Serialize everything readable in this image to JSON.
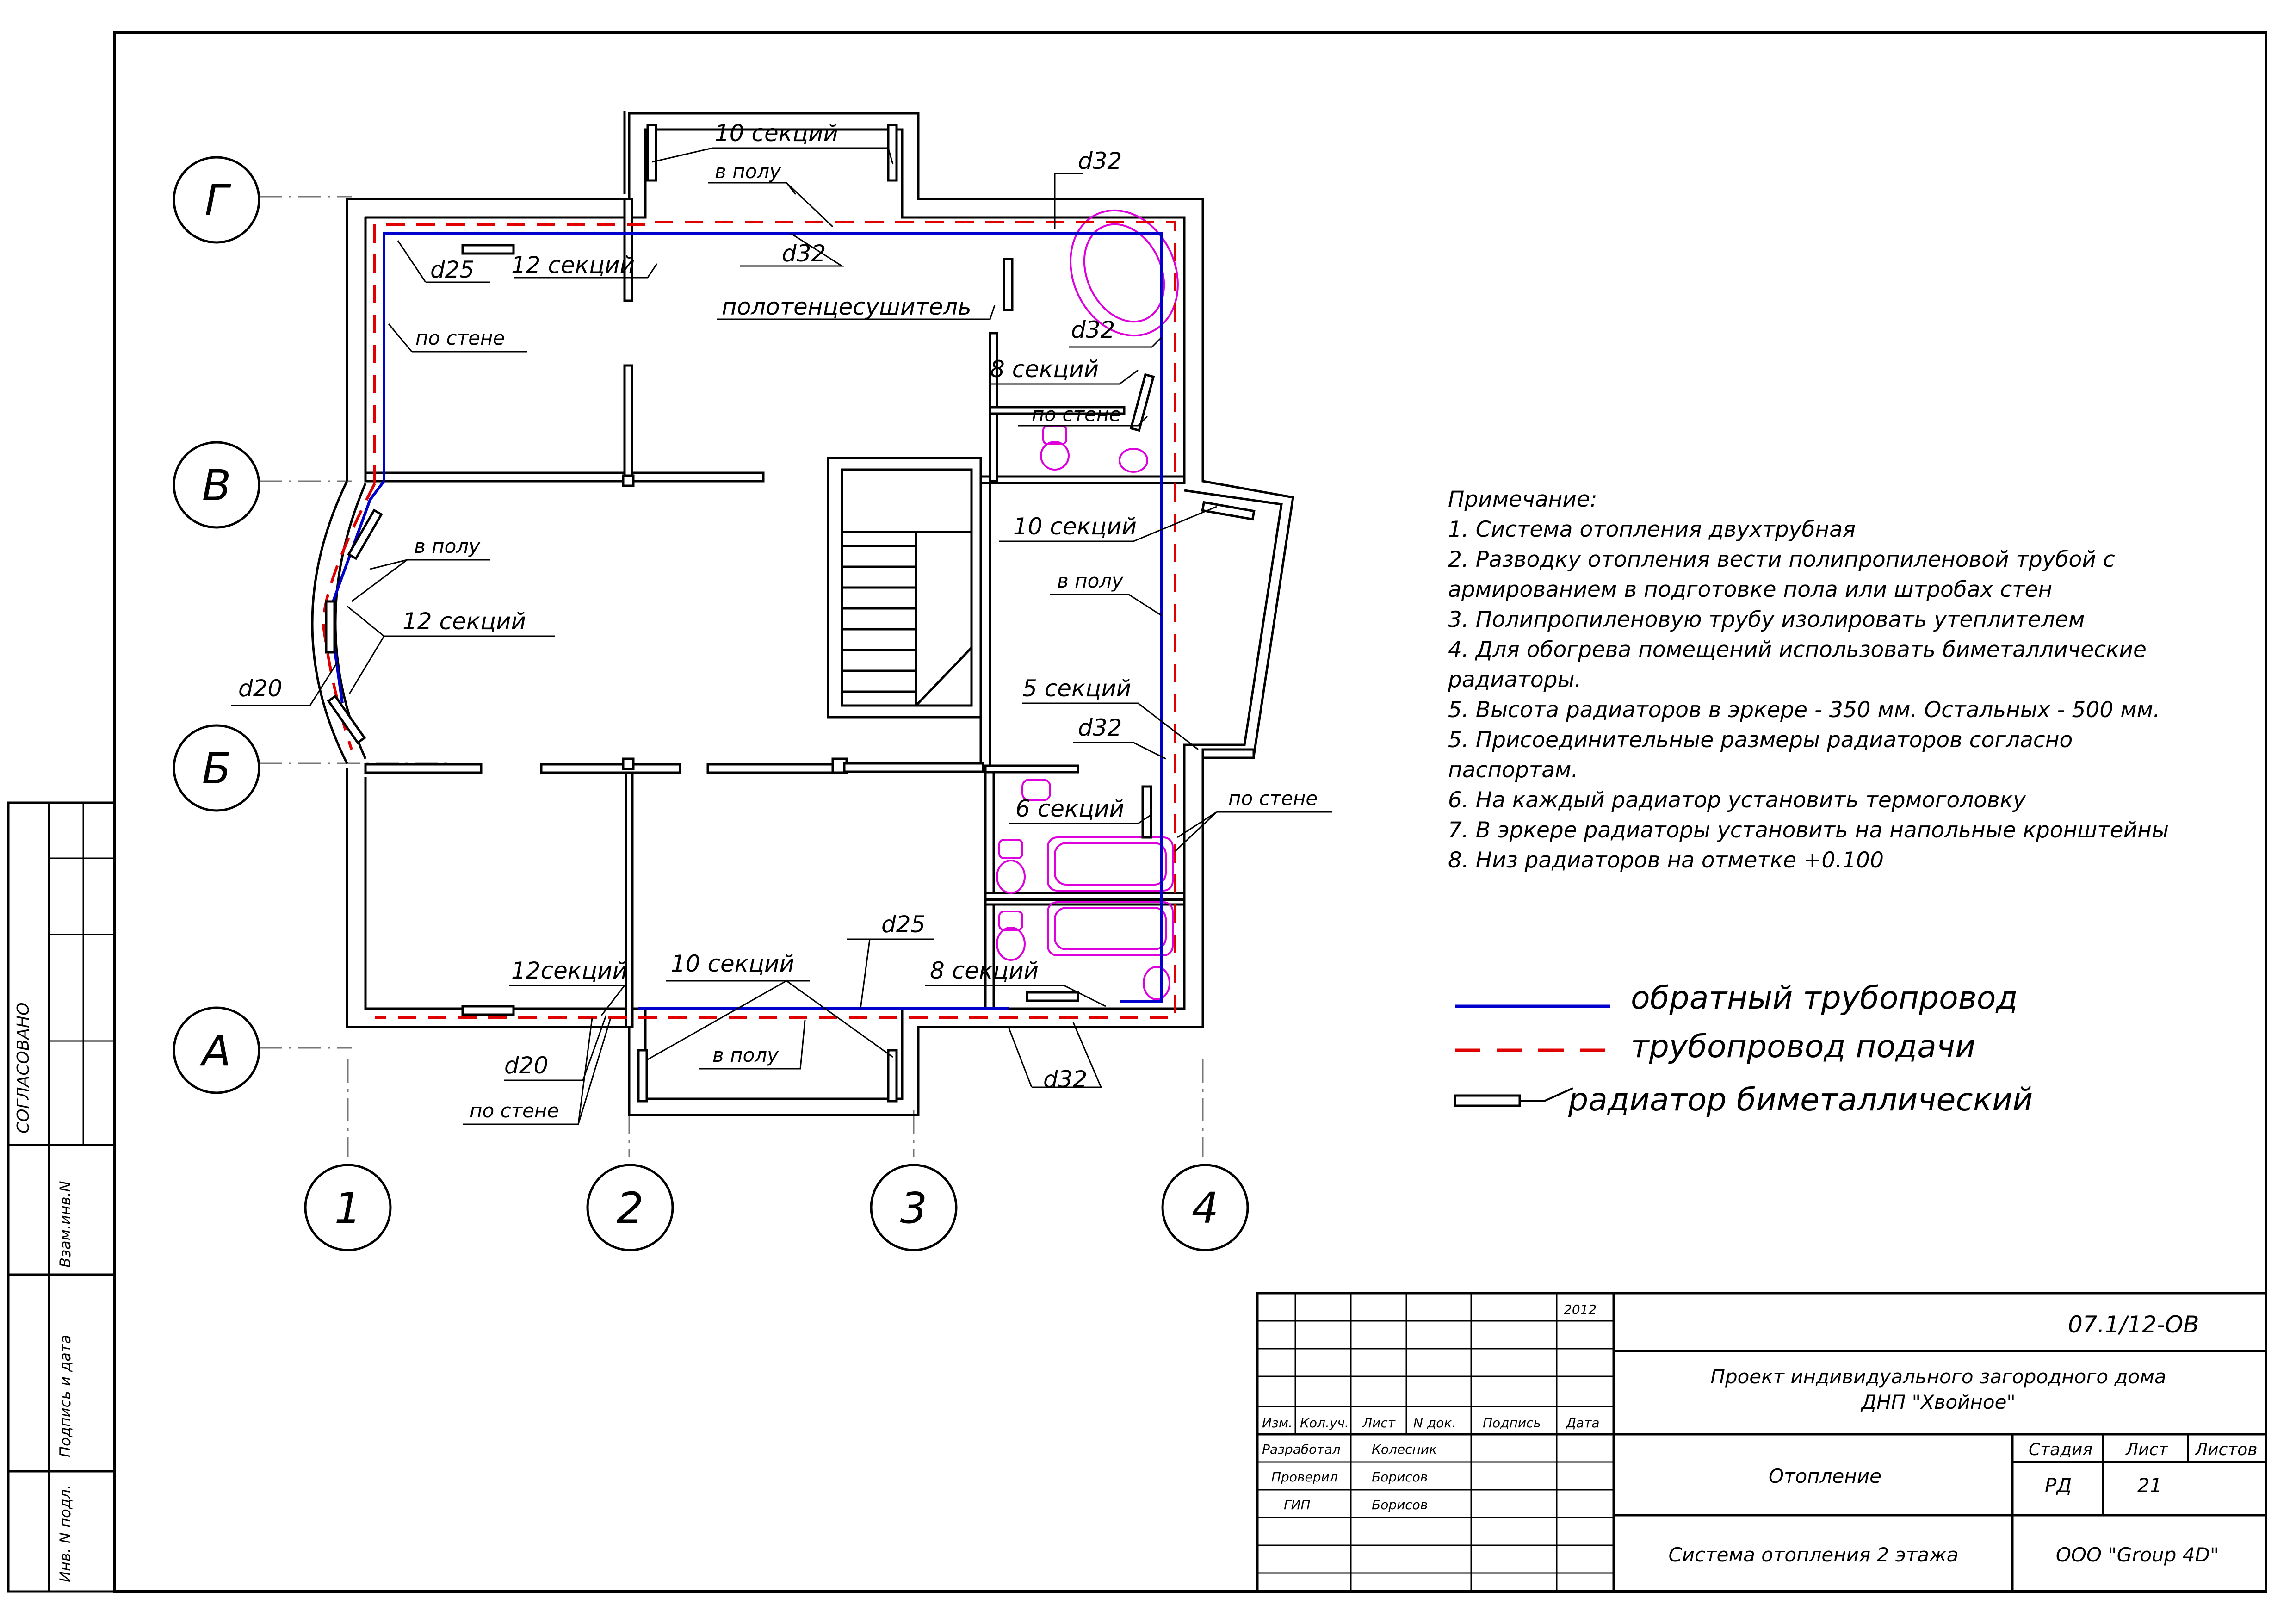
{
  "axes": {
    "rows": [
      "Г",
      "В",
      "Б",
      "А"
    ],
    "cols": [
      "1",
      "2",
      "3",
      "4"
    ]
  },
  "plan_labels": {
    "sec10_top": "10   секций",
    "floor_top": "в полу",
    "d32_top_right": "d32",
    "d32_top_mid": "d32",
    "d25_top_left": "d25",
    "sec12_top_left": "12   секций",
    "wall_left_top": "по стене",
    "towel": "полотенцесушитель",
    "d32_right_upper": "d32",
    "sec8_right_upper": "8   секций",
    "wall_right_upper": "по стене",
    "sec10_right": "10   секций",
    "floor_right": "в полу",
    "sec5_right": "5   секций",
    "d32_right_mid": "d32",
    "sec6_right": "6   секций",
    "wall_right_lower": "по стене",
    "floor_bay": "в полу",
    "sec12_bay": "12   секций",
    "d20_bay": "d20",
    "sec12_bottom_left": "12секций",
    "sec10_bottom": "10   секций",
    "d25_bottom": "d25",
    "sec8_bottom": "8   секций",
    "d20_bottom": "d20",
    "wall_bottom": "по стене",
    "floor_bottom": "в полу",
    "d32_bottom": "d32"
  },
  "notes": {
    "title": "Примечание:",
    "lines": [
      "1. Система отопления двухтрубная",
      "2. Разводку отопления вести полипропиленовой трубой с",
      "армированием в подготовке пола или штробах стен",
      "3. Полипропиленовую трубу изолировать утеплителем",
      "4. Для обогрева помещений использовать биметаллические",
      "радиаторы.",
      "5. Высота радиаторов в эркере - 350 мм. Остальных - 500 мм.",
      "5. Присоединительные размеры радиаторов согласно",
      "паспортам.",
      "6. На каждый радиатор установить термоголовку",
      "7. В эркере радиаторы установить на напольные кронштейны",
      "8. Низ радиаторов на отметке +0.100"
    ]
  },
  "legend": {
    "return_pipe": "обратный трубопровод",
    "supply_pipe": "трубопровод подачи",
    "radiator": "радиатор биметаллический",
    "return_color": "#0000cc",
    "supply_color": "#e00000"
  },
  "side_stamp": {
    "approved": "СОГЛАСОВАНО",
    "replace_inv": "Взам.инв.N",
    "sign_date": "Подпись и дата",
    "inv_orig": "Инв. N подл."
  },
  "title_block": {
    "year": "2012",
    "code": "07.1/12-ОВ",
    "project_line1": "Проект индивидуального загородного дома",
    "project_line2": "ДНП \"Хвойное\"",
    "hdr_izm": "Изм.",
    "hdr_koluch": "Кол.уч.",
    "hdr_list": "Лист",
    "hdr_ndoc": "N док.",
    "hdr_podpis": "Подпись",
    "hdr_data": "Дата",
    "role_dev": "Разработал",
    "name_dev": "Колесник",
    "role_check": "Проверил",
    "name_check": "Борисов",
    "role_gip": "ГИП",
    "name_gip": "Борисов",
    "section": "Отопление",
    "stage_hdr": "Стадия",
    "sheet_hdr": "Лист",
    "sheets_hdr": "Листов",
    "stage": "РД",
    "sheet": "21",
    "drawing_name": "Система отопления 2 этажа",
    "company": "ООО \"Group 4D\""
  }
}
